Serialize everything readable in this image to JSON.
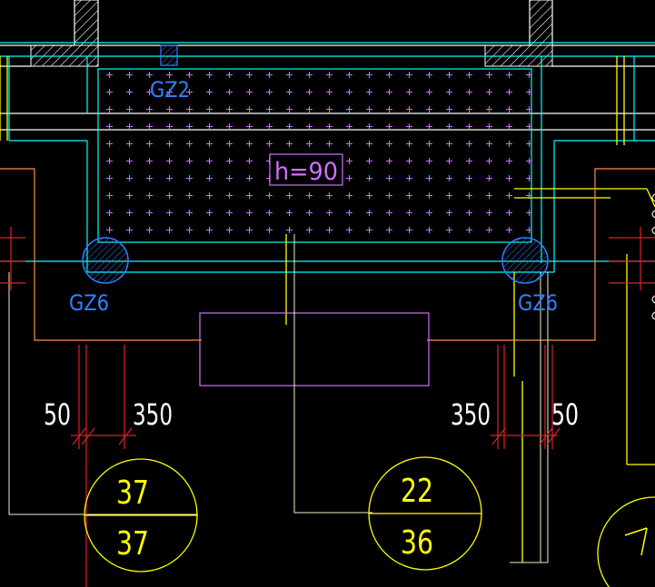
{
  "drawing": {
    "background": "#000000",
    "colors": {
      "cyan": "#00ffff",
      "white": "#ffffff",
      "yellow": "#ffff00",
      "orange": "#ff8c40",
      "magenta": "#d070ff",
      "blue": "#3080ff",
      "red": "#e0202a",
      "cream": "#f0f0c8"
    },
    "column_tag_top": "GZ2",
    "column_tag_left": "GZ6",
    "column_tag_right": "GZ6",
    "slab_label": "h=90",
    "dims": {
      "left_a": "50",
      "left_b": "350",
      "right_a": "350",
      "right_b": "50"
    },
    "bubble_left": {
      "top": "37",
      "bottom": "37"
    },
    "bubble_mid": {
      "top": "22",
      "bottom": "36"
    }
  }
}
